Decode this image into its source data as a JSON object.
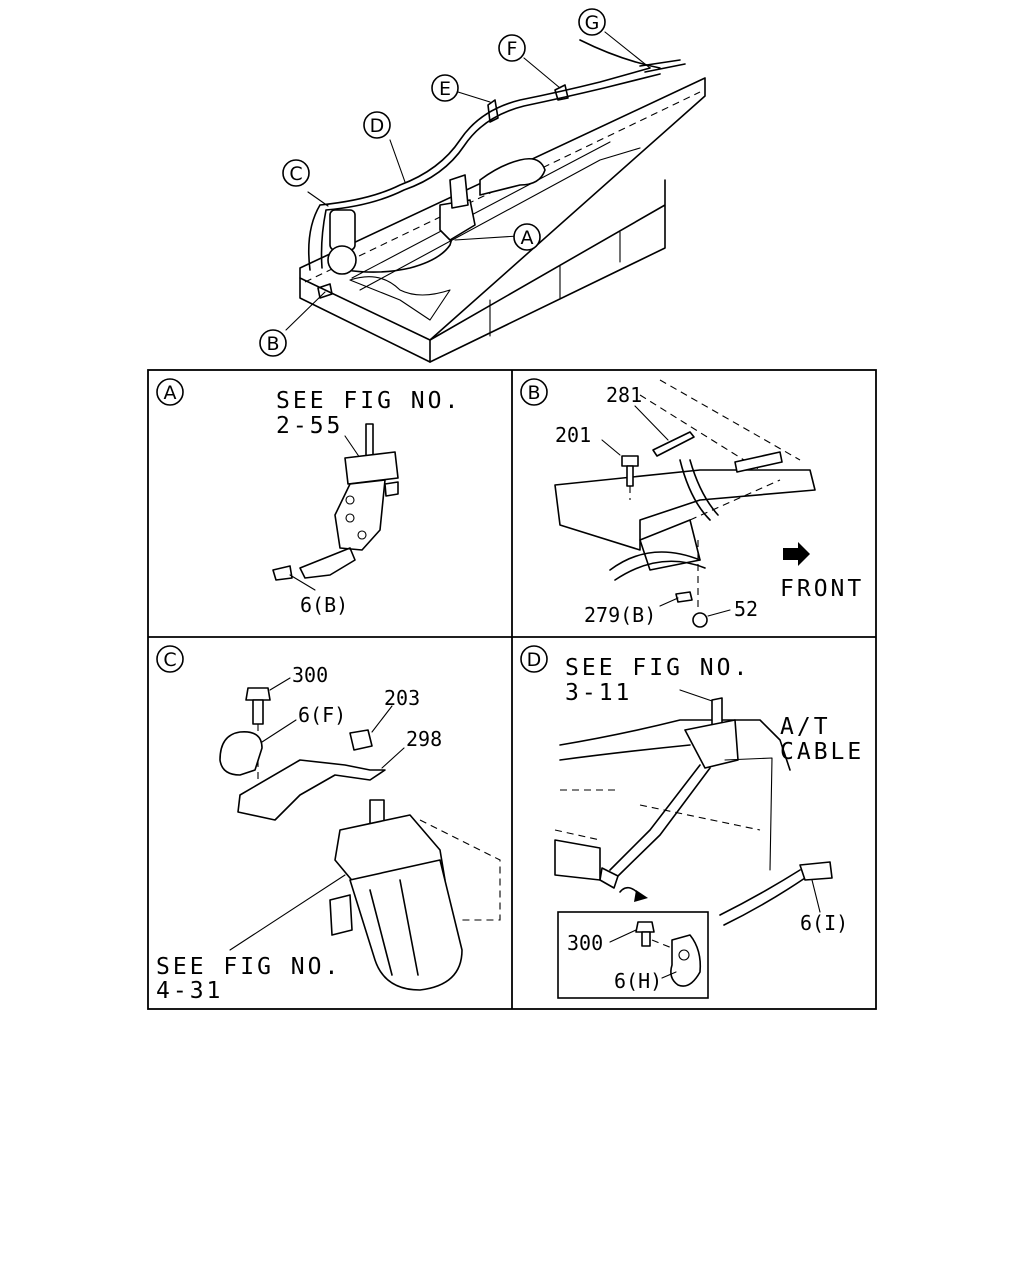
{
  "callouts": {
    "a": "A",
    "b": "B",
    "c": "C",
    "d": "D",
    "e": "E",
    "f": "F",
    "g": "G"
  },
  "panel_a": {
    "see_fig": "SEE FIG NO.",
    "fig_no": "2-55",
    "part_6b": "6(B)"
  },
  "panel_b": {
    "part_281": "281",
    "part_201": "201",
    "part_279b": "279(B)",
    "part_52": "52",
    "front": "FRONT"
  },
  "panel_c": {
    "part_300": "300",
    "part_6f": "6(F)",
    "part_203": "203",
    "part_298": "298",
    "see_fig": "SEE FIG NO.",
    "fig_no": "4-31"
  },
  "panel_d": {
    "see_fig": "SEE FIG NO.",
    "fig_no": "3-11",
    "at": "A/T",
    "cable": "CABLE",
    "part_6i": "6(I)",
    "part_300": "300",
    "part_6h": "6(H)"
  }
}
